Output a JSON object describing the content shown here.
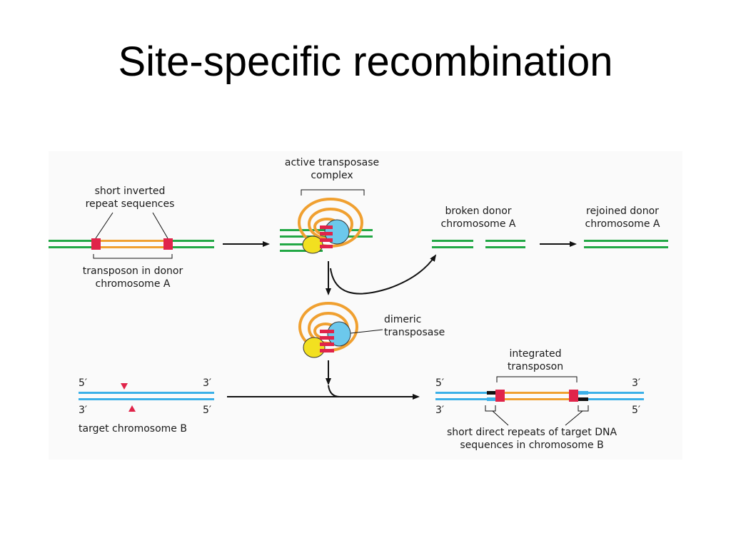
{
  "slide": {
    "title": "Site-specific recombination"
  },
  "labels": {
    "active_complex_1": "active transposase",
    "active_complex_2": "complex",
    "short_inverted_1": "short inverted",
    "short_inverted_2": "repeat sequences",
    "transposon_donor_1": "transposon in donor",
    "transposon_donor_2": "chromosome A",
    "broken_donor_1": "broken donor",
    "broken_donor_2": "chromosome A",
    "rejoined_donor_1": "rejoined donor",
    "rejoined_donor_2": "chromosome A",
    "dimeric_1": "dimeric",
    "dimeric_2": "transposase",
    "integrated_1": "integrated",
    "integrated_2": "transposon",
    "target_chromosome": "target chromosome B",
    "short_direct_1": "short direct repeats of target DNA",
    "short_direct_2": "sequences in chromosome B",
    "end_5_left_top": "5′",
    "end_3_left_top": "3′",
    "end_3_left_bottom": "3′",
    "end_5_left_bottom": "5′",
    "end_5_right_top": "5′",
    "end_3_right_top": "3′",
    "end_3_right_bottom": "3′",
    "end_5_right_bottom": "5′"
  },
  "colors": {
    "donor_dna": "#22a845",
    "transposon": "#f0a030",
    "inverted_repeat": "#e0244a",
    "target_dna": "#3bb0e8",
    "transposase_blue": "#6cc8ec",
    "transposase_yellow": "#f2e020",
    "direct_repeat": "#111111"
  }
}
